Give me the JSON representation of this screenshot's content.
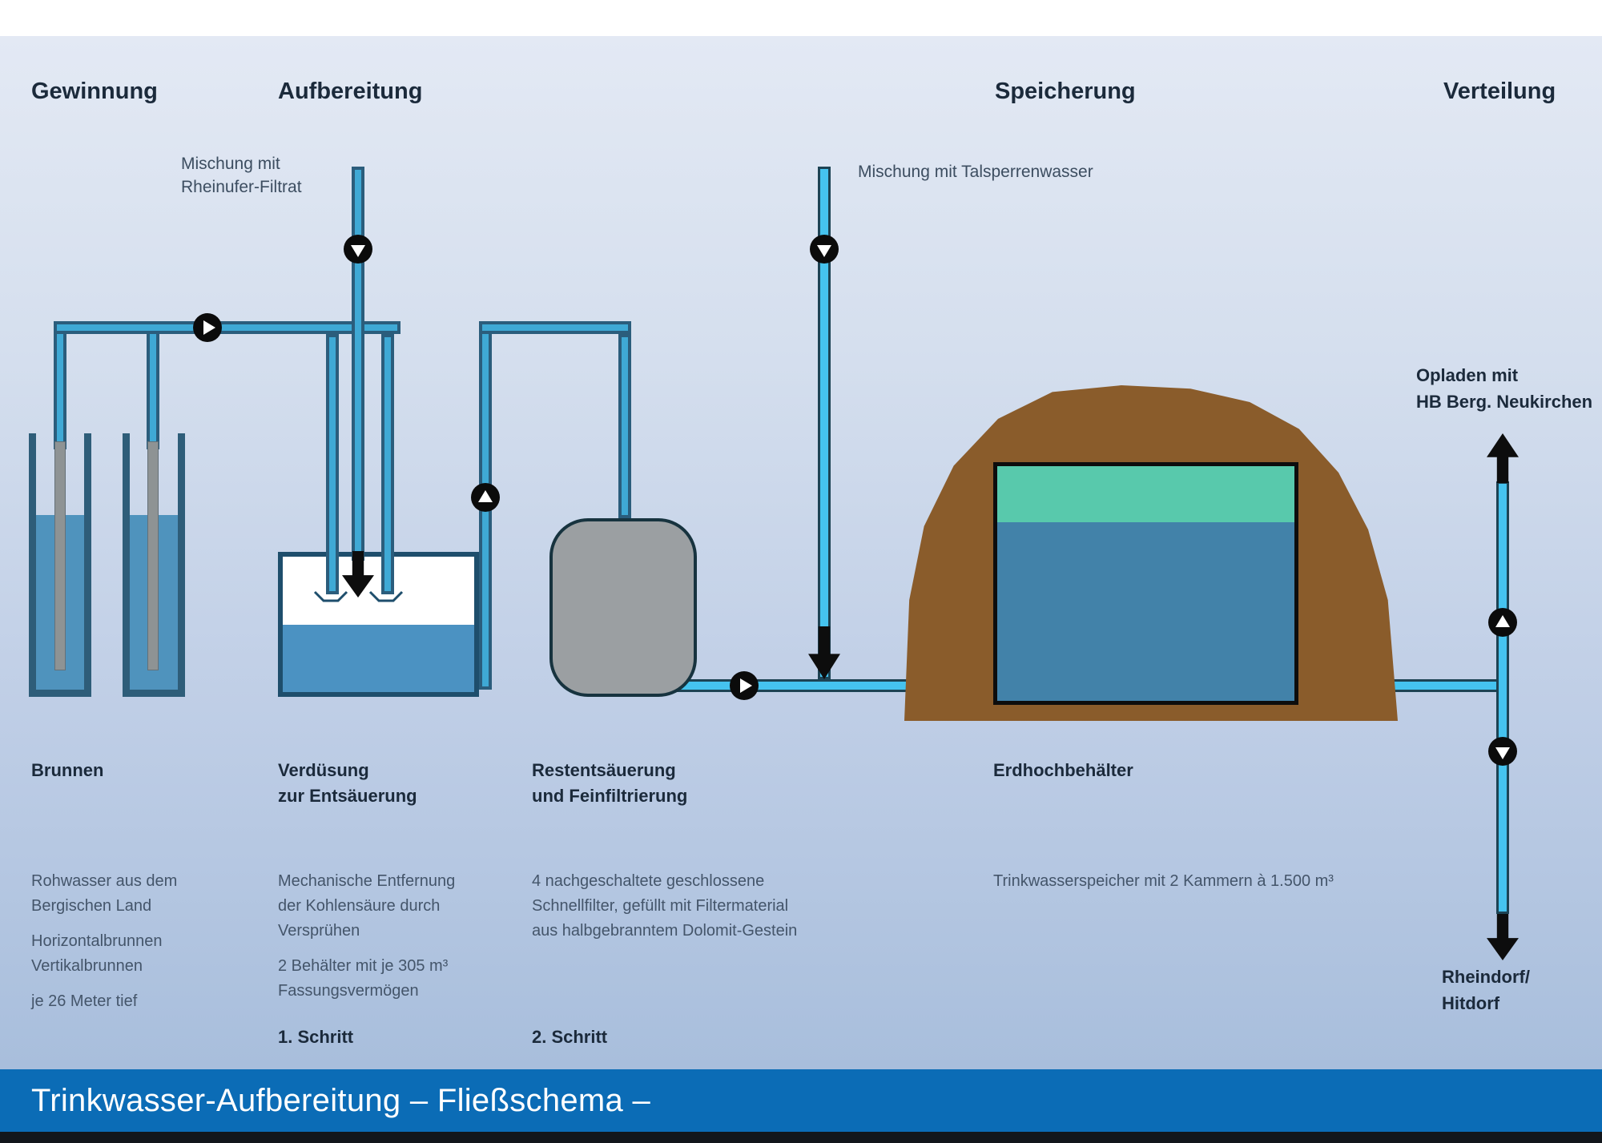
{
  "headers": {
    "gewinnung": "Gewinnung",
    "aufbereitung": "Aufbereitung",
    "speicherung": "Speicherung",
    "verteilung": "Verteilung"
  },
  "inflows": {
    "rheinufer": "Mischung mit\nRheinufer-Filtrat",
    "talsperren": "Mischung mit Talsperrenwasser"
  },
  "stations": {
    "brunnen": {
      "title": "Brunnen",
      "desc1": "Rohwasser aus dem\nBergischen Land",
      "desc2": "Horizontalbrunnen\nVertikalbrunnen",
      "desc3": "je 26 Meter tief"
    },
    "verduesung": {
      "title": "Verdüsung\nzur Entsäuerung",
      "desc1": "Mechanische Entfernung\nder Kohlensäure durch\nVersprühen",
      "desc2": "2 Behälter mit je 305 m³\nFassungsvermögen",
      "step": "1. Schritt"
    },
    "restentsaeuerung": {
      "title": "Restentsäuerung\nund Feinfiltrierung",
      "desc1": "4 nachgeschaltete geschlossene\nSchnellfilter, gefüllt mit Filtermaterial\naus halbgebranntem Dolomit-Gestein",
      "step": "2. Schritt"
    },
    "erdhochbehaelter": {
      "title": "Erdhochbehälter",
      "desc1": "Trinkwasserspeicher mit 2 Kammern à 1.500 m³"
    }
  },
  "distribution": {
    "opladen": "Opladen mit\nHB Berg. Neukirchen",
    "rheindorf": "Rheindorf/\nHitdorf"
  },
  "footer": {
    "title": "Trinkwasser-Aufbereitung – Fließschema –"
  },
  "icons": {
    "pump": "pump-icon",
    "flow_arrow_down": "flow-arrow-down-icon",
    "flow_arrow_up": "flow-arrow-up-icon",
    "spray_nozzle": "spray-nozzle-icon"
  },
  "colors": {
    "pipe_core_cyan": "#45c3ef",
    "pipe_dark": "#2b5d7c",
    "well_water": "#4f93bd",
    "basin_water": "#4b92c2",
    "vessel_gray": "#9b9fa2",
    "mound_brown": "#8a5c2b",
    "tank_teal": "#58c9ac",
    "tank_blue": "#4282a9",
    "footer_blue": "#0b6cb6",
    "heading_text": "#1b2a3b",
    "body_text": "#44556a"
  }
}
